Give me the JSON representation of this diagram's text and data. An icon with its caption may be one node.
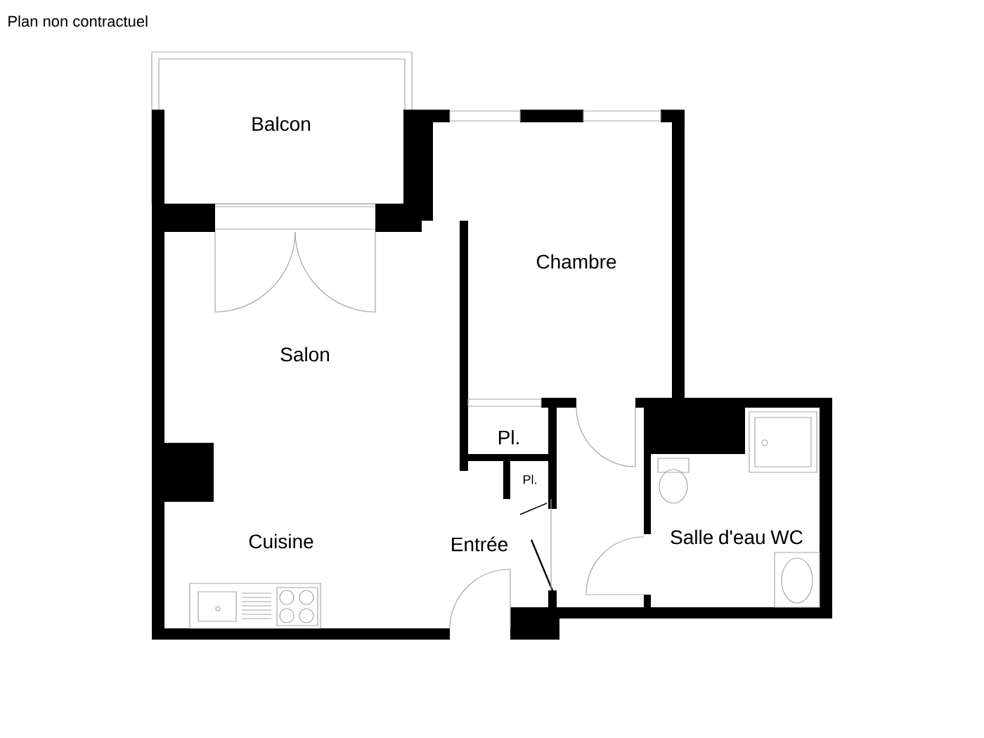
{
  "diagram": {
    "title": "Plan non contractuel",
    "nodes": [
      {
        "text": [
          "Balcon"
        ]
      },
      {
        "text": [
          "Chambre"
        ]
      },
      {
        "text": [
          "Salon"
        ]
      },
      {
        "text": [
          "Pl."
        ]
      },
      {
        "text": [
          "Pl."
        ]
      },
      {
        "text": [
          "Salle d'eau WC"
        ]
      },
      {
        "text": [
          "Cuisine"
        ]
      },
      {
        "text": [
          "Entrée"
        ]
      }
    ]
  }
}
